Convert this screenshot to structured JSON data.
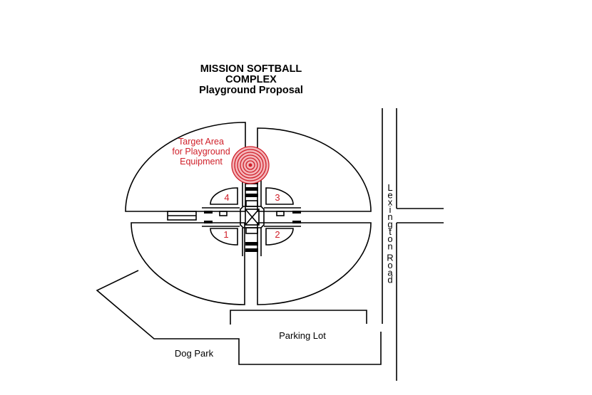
{
  "title": {
    "line1": "MISSION SOFTBALL",
    "line2": "COMPLEX",
    "line3": "Playground Proposal"
  },
  "target": {
    "line1": "Target Area",
    "line2": "for Playground",
    "line3": "Equipment"
  },
  "fields": {
    "f1": "1",
    "f2": "2",
    "f3": "3",
    "f4": "4"
  },
  "labels": {
    "parking_lot": "Parking Lot",
    "dog_park": "Dog Park",
    "road": [
      "L",
      "e",
      "x",
      "i",
      "n",
      "g",
      "t",
      "o",
      "n",
      " ",
      "R",
      "o",
      "a",
      "d"
    ]
  },
  "colors": {
    "accent": "#d0202a",
    "line": "#000000"
  }
}
